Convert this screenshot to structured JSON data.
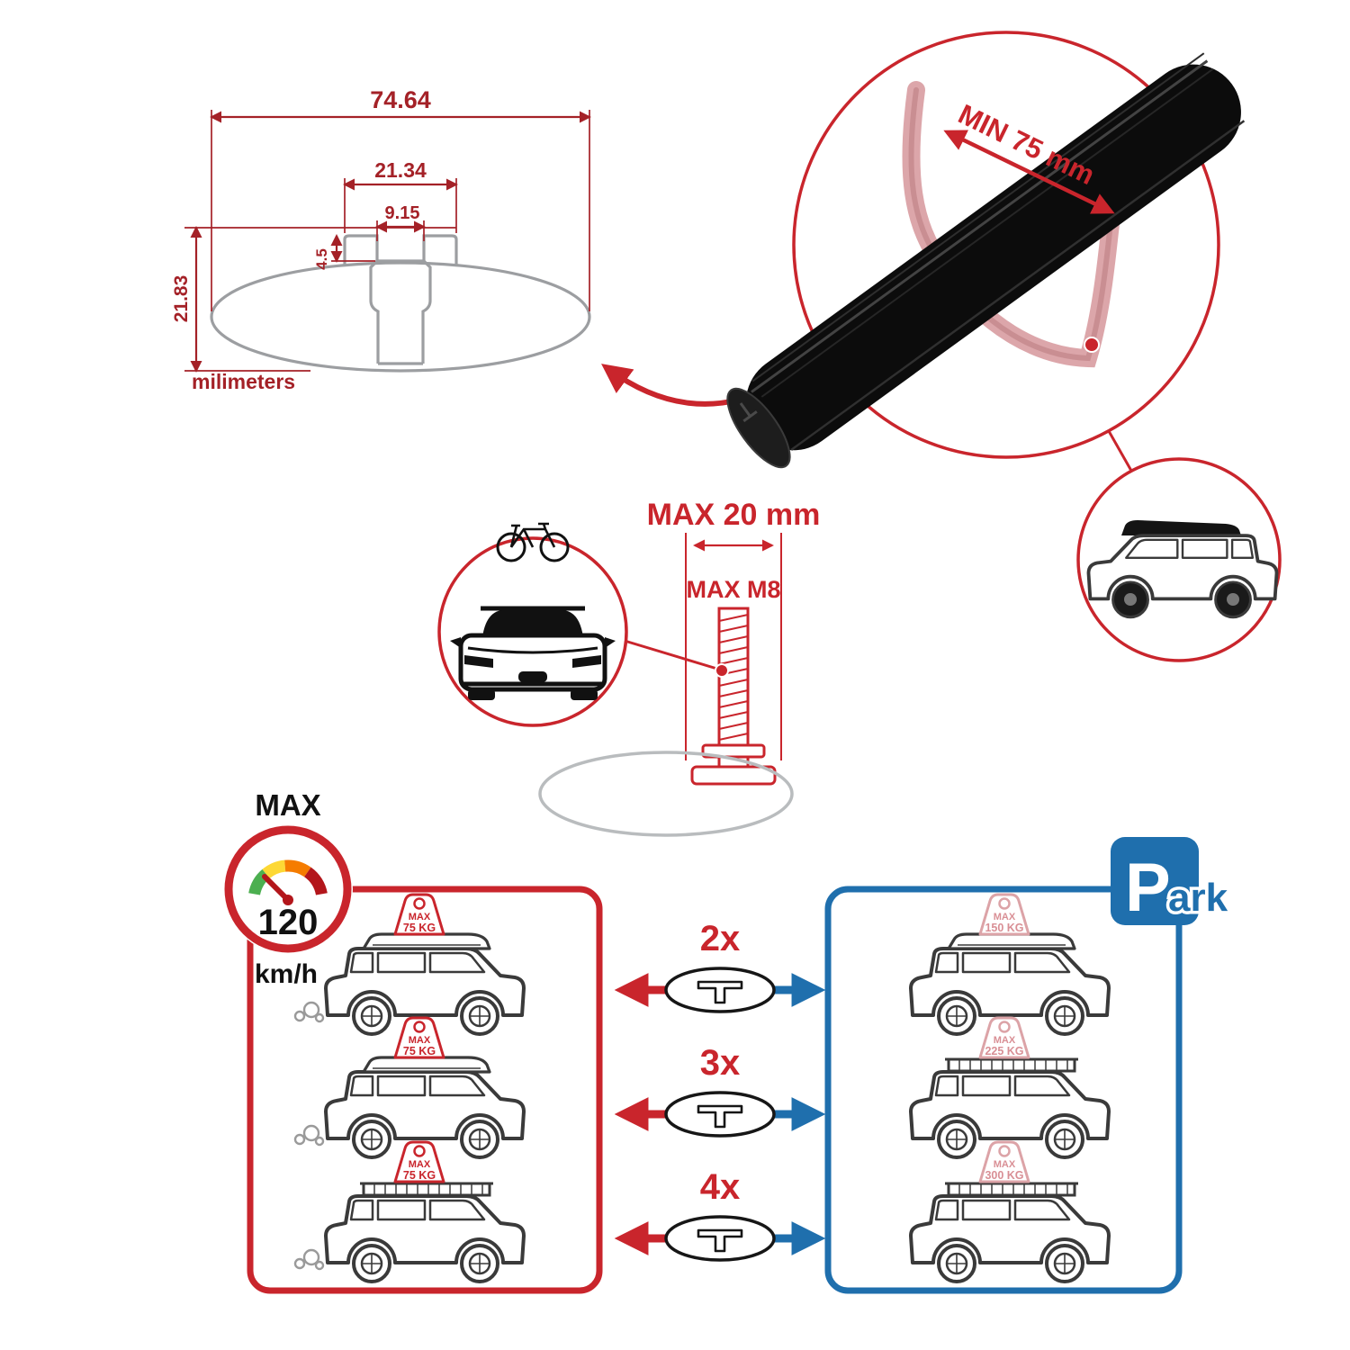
{
  "colors": {
    "red": "#c9252c",
    "dim_red": "#a42127",
    "pink": "#dca3a7",
    "blue": "#1f6fad",
    "gray": "#9c9ea1",
    "ink": "#1a1a1a",
    "gauge_green": "#4caf50",
    "gauge_yellow": "#fdd835",
    "gauge_orange": "#f57c00",
    "gauge_red": "#b3161b"
  },
  "cross_section": {
    "total_width": "74.64",
    "channel_width": "21.34",
    "slot_width": "9.15",
    "lip_depth": "4.5",
    "total_height": "21.83",
    "units_label": "milimeters"
  },
  "bar_detail": {
    "clamp_min_label": "MIN 75 mm"
  },
  "bolt_detail": {
    "max_width_label": "MAX 20 mm",
    "max_thread_label": "MAX M8"
  },
  "speed_limit": {
    "title": "MAX",
    "value": "120",
    "units": "km/h"
  },
  "park_sign": {
    "letter": "P",
    "suffix": "ark"
  },
  "capacity_rows": [
    {
      "bars_count": "2x",
      "drive": {
        "max": "MAX",
        "weight": "75 KG"
      },
      "park": {
        "max": "MAX",
        "weight": "150 KG"
      }
    },
    {
      "bars_count": "3x",
      "drive": {
        "max": "MAX",
        "weight": "75 KG"
      },
      "park": {
        "max": "MAX",
        "weight": "225 KG"
      }
    },
    {
      "bars_count": "4x",
      "drive": {
        "max": "MAX",
        "weight": "75 KG"
      },
      "park": {
        "max": "MAX",
        "weight": "300 KG"
      }
    }
  ]
}
